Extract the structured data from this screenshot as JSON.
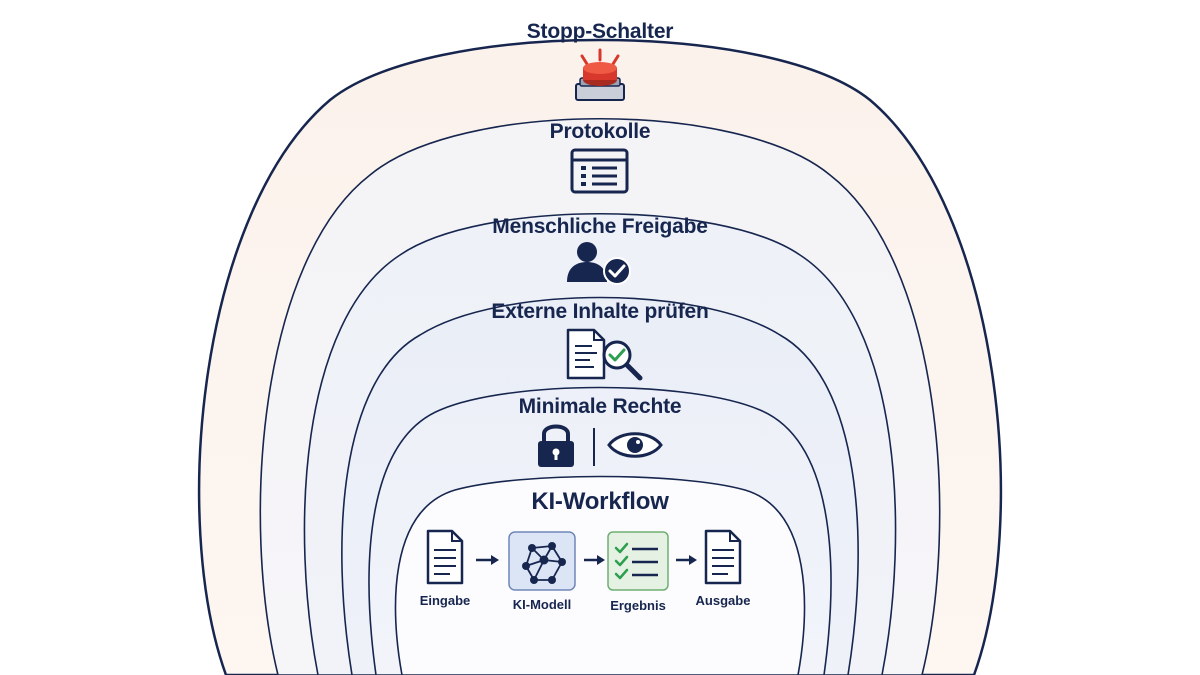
{
  "layers": [
    {
      "title": "Stopp-Schalter",
      "icon": "emergency-stop-button-icon"
    },
    {
      "title": "Protokolle",
      "icon": "log-list-icon"
    },
    {
      "title": "Menschliche Freigabe",
      "icon": "user-check-icon"
    },
    {
      "title": "Externe Inhalte prüfen",
      "icon": "document-inspect-icon"
    },
    {
      "title": "Minimale Rechte",
      "icons": [
        "lock-icon",
        "eye-icon"
      ]
    },
    {
      "title": "KI-Workflow"
    }
  ],
  "workflow": {
    "steps": [
      {
        "label": "Eingabe",
        "icon": "document-icon"
      },
      {
        "label": "KI-Modell",
        "icon": "neural-network-icon"
      },
      {
        "label": "Ergebnis",
        "icon": "checklist-icon"
      },
      {
        "label": "Ausgabe",
        "icon": "document-icon"
      }
    ]
  },
  "colors": {
    "outline": "#17264f",
    "stop_button": "#d8382b",
    "check": "#2e9e4f",
    "model_fill": "#dbe5f5",
    "result_fill": "#e5f2e3"
  }
}
